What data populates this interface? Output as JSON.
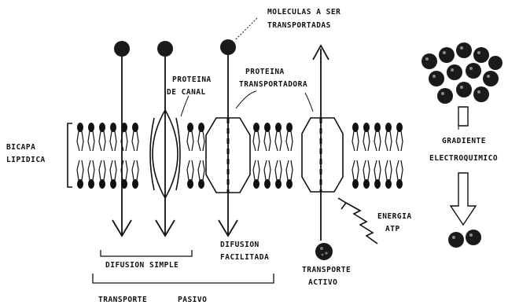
{
  "labels": {
    "molecules_line1": "MOLECULAS A SER",
    "molecules_line2": "TRANSPORTADAS",
    "channel_line1": "PROTEINA",
    "channel_line2": "DE CANAL",
    "carrier_line1": "PROTEINA",
    "carrier_line2": "TRANSPORTADORA",
    "bilayer_line1": "BICAPA",
    "bilayer_line2": "LIPIDICA",
    "energy_line1": "ENERGIA",
    "energy_line2": "ATP",
    "gradient_line1": "GRADIENTE",
    "gradient_line2": "ELECTROQUIMICO",
    "simple_diffusion": "DIFUSION SIMPLE",
    "facilitated_line1": "DIFUSION",
    "facilitated_line2": "FACILITADA",
    "active_line1": "TRANSPORTE",
    "active_line2": "ACTIVO",
    "passive_left": "TRANSPORTE",
    "passive_right": "PASIVO"
  },
  "colors": {
    "ink": "#111111",
    "molecule": "#1a1a1a",
    "background": "#ffffff"
  }
}
